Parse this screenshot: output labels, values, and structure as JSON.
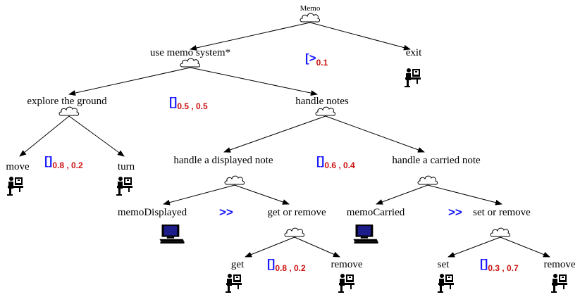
{
  "colors": {
    "operator": "#1a1aff",
    "probability": "#cc1111",
    "line": "#000000",
    "computer": "#1c1c8a"
  },
  "tree": {
    "root": "Memo",
    "use_memo_system": "use memo system*",
    "exit": "exit",
    "explore_the_ground": "explore the ground",
    "handle_notes": "handle notes",
    "move": "move",
    "turn": "turn",
    "handle_displayed_note": "handle a displayed note",
    "handle_carried_note": "handle a carried note",
    "memo_displayed": "memoDisplayed",
    "get_or_remove": "get or remove",
    "memo_carried": "memoCarried",
    "set_or_remove": "set or remove",
    "get": "get",
    "remove_1": "remove",
    "set": "set",
    "remove_2": "remove"
  },
  "operators": {
    "disable": {
      "symbol": "[>",
      "prob": "0.1"
    },
    "choice_1": {
      "symbol": "[]",
      "prob": "0.5 , 0.5"
    },
    "choice_2": {
      "symbol": "[]",
      "prob": "0.8 , 0.2"
    },
    "choice_3": {
      "symbol": "[]",
      "prob": "0.6 , 0.4"
    },
    "enable_1": {
      "symbol": ">>"
    },
    "enable_2": {
      "symbol": ">>"
    },
    "choice_4": {
      "symbol": "[]",
      "prob": "0.8 , 0.2"
    },
    "choice_5": {
      "symbol": "[]",
      "prob": "0.3 , 0.7"
    }
  },
  "icons": {
    "abstract": "cloud-icon",
    "interaction": "user-at-computer-icon",
    "application": "computer-icon"
  }
}
